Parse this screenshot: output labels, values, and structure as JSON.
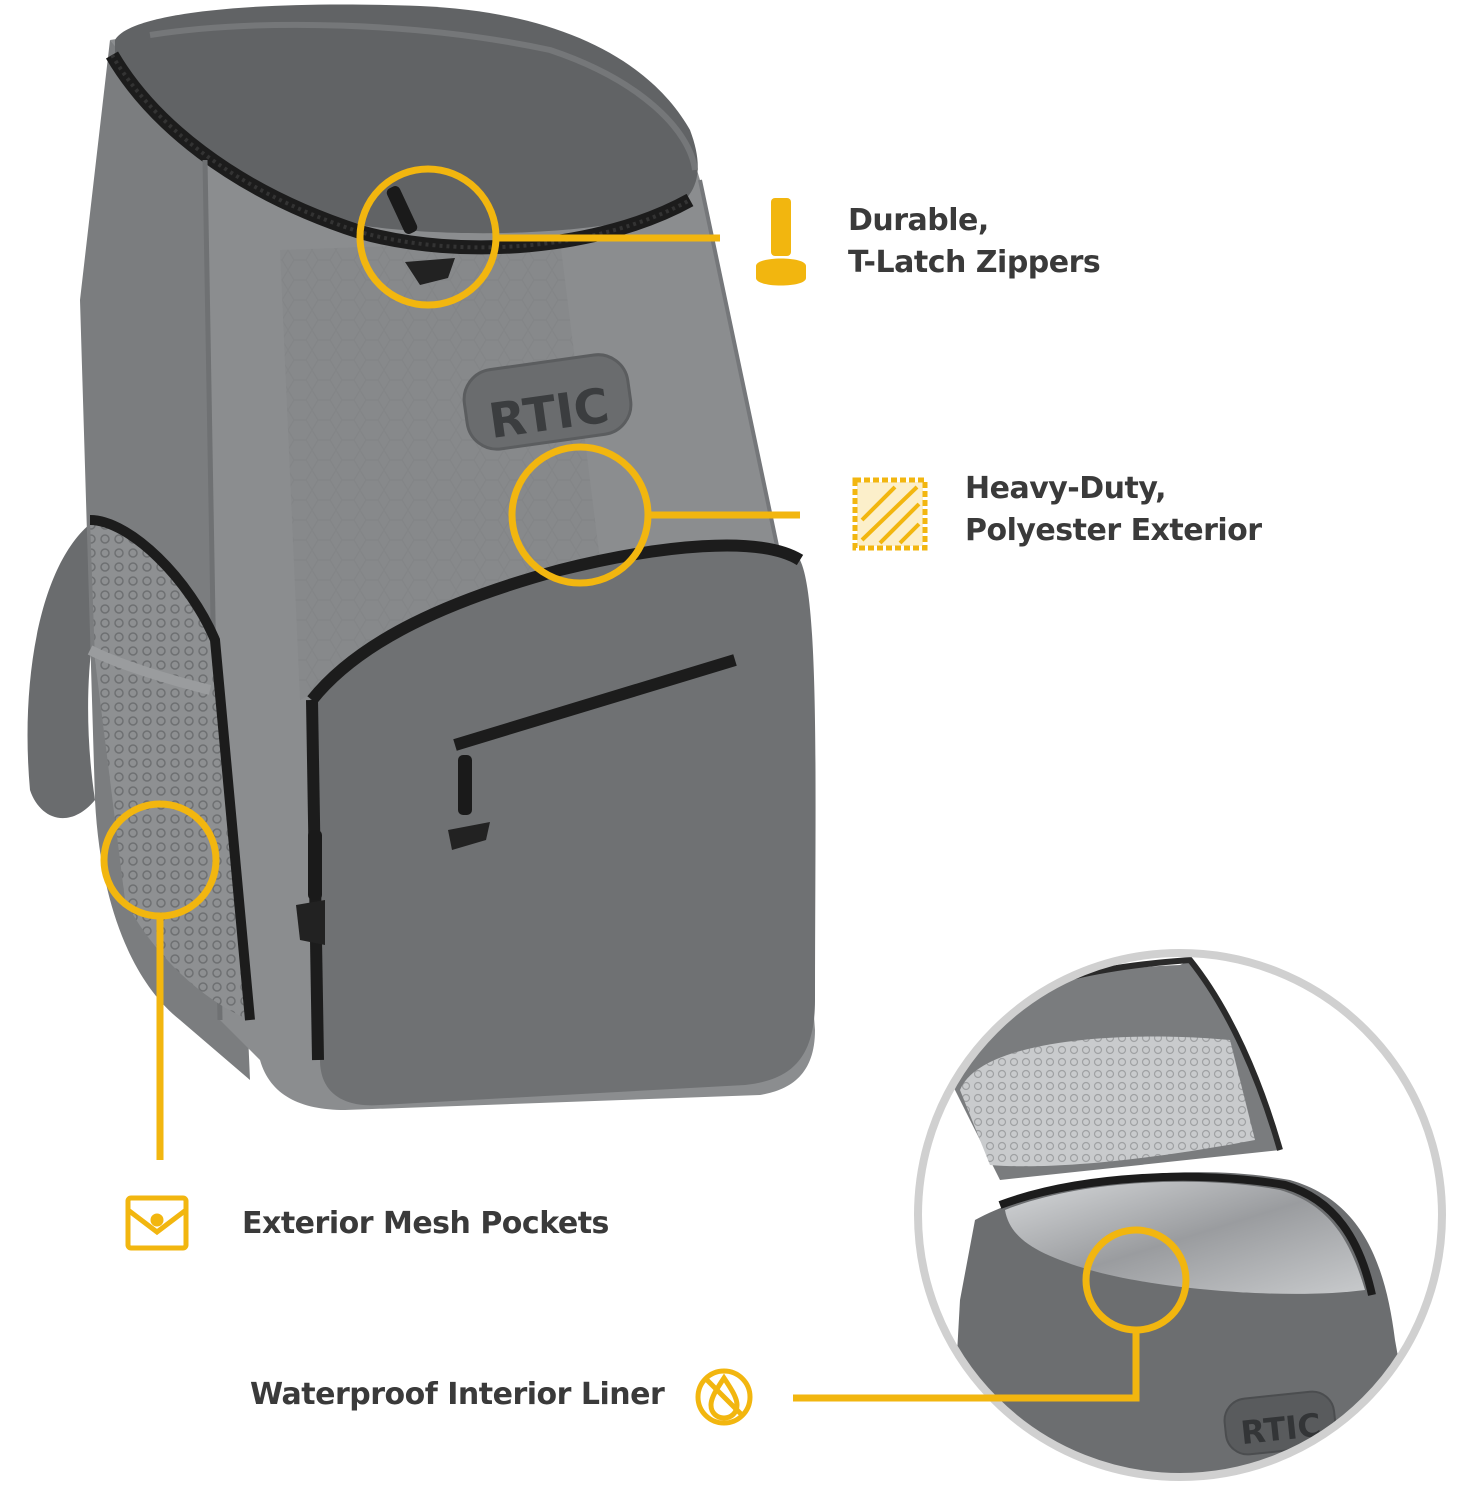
{
  "brand": {
    "logo_text": "RTIC",
    "inset_logo_text": "RTIC"
  },
  "colors": {
    "accent": "#F2B60F",
    "text": "#3a3a3a",
    "bag_body": "#8a8c8e",
    "bag_dark": "#5f6163",
    "zipper": "#1c1c1c",
    "liner": "#b8babd",
    "inset_border": "#cfcfcf"
  },
  "callouts": [
    {
      "id": "zippers",
      "icon": "t-latch-icon",
      "lines": [
        "Durable,",
        "T-Latch Zippers"
      ]
    },
    {
      "id": "exterior",
      "icon": "woven-fabric-icon",
      "lines": [
        "Heavy-Duty,",
        "Polyester Exterior"
      ]
    },
    {
      "id": "mesh",
      "icon": "pocket-icon",
      "lines": [
        "Exterior Mesh Pockets"
      ]
    },
    {
      "id": "liner",
      "icon": "no-water-icon",
      "lines": [
        "Waterproof Interior Liner"
      ]
    }
  ]
}
